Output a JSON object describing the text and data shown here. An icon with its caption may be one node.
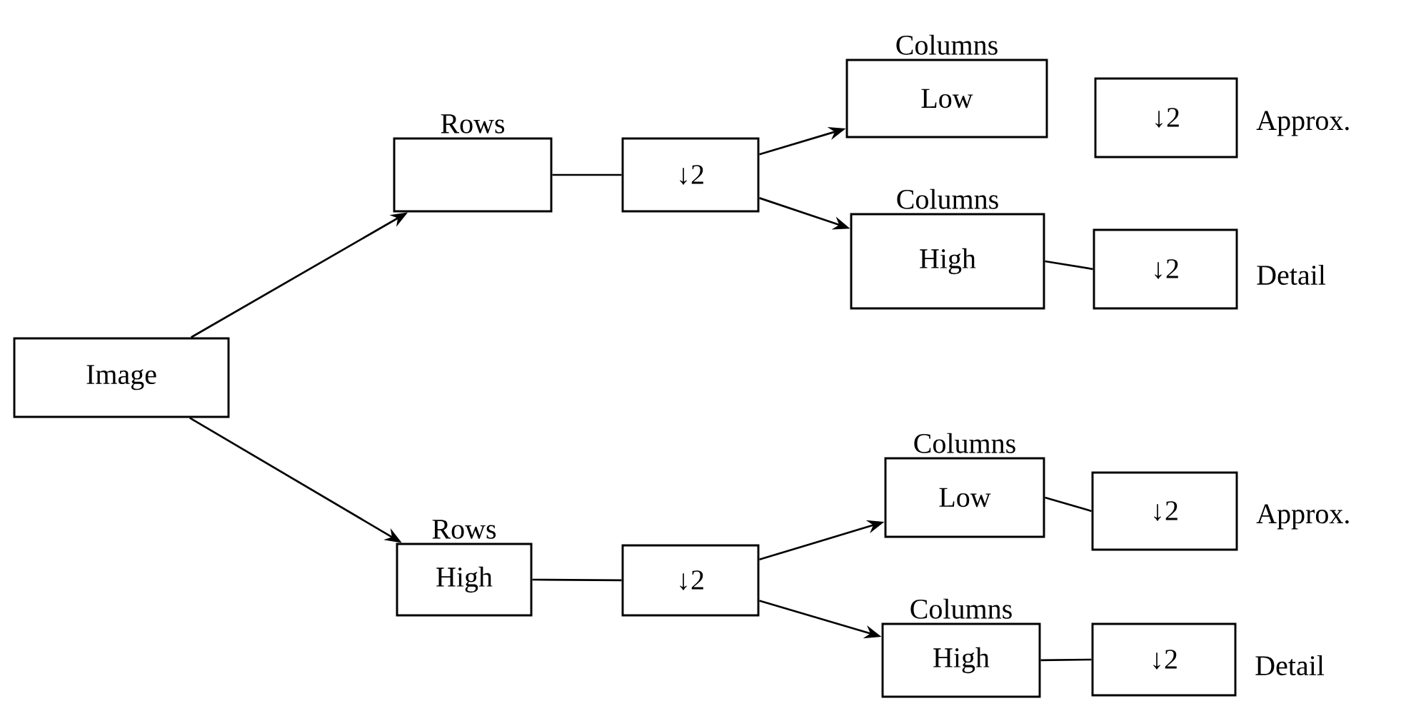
{
  "diagram": {
    "nodes": [
      {
        "text": [
          "Image"
        ]
      },
      {
        "text": [
          "Rows"
        ]
      },
      {
        "text": [
          "↓2"
        ]
      },
      {
        "text": [
          "Columns",
          "Low"
        ]
      },
      {
        "text": [
          "↓2"
        ],
        "beside": [
          "Approx."
        ]
      },
      {
        "text": [
          "Columns",
          "High"
        ]
      },
      {
        "text": [
          "↓2"
        ],
        "beside": [
          "Detail"
        ]
      },
      {
        "text": [
          "Rows",
          "High"
        ]
      },
      {
        "text": [
          "↓2"
        ]
      },
      {
        "text": [
          "Columns",
          "Low"
        ]
      },
      {
        "text": [
          "↓2"
        ],
        "beside": [
          "Approx."
        ]
      },
      {
        "text": [
          "Columns",
          "High"
        ]
      },
      {
        "text": [
          "↓2"
        ],
        "beside": [
          "Detail"
        ]
      }
    ],
    "edges": [
      {
        "from": 0,
        "to": 1,
        "arrow": "to"
      },
      {
        "from": 0,
        "to": 7,
        "arrow": "to"
      },
      {
        "from": 1,
        "to": 2,
        "arrow": "none"
      },
      {
        "from": 2,
        "to": 3,
        "arrow": "to"
      },
      {
        "from": 2,
        "to": 5,
        "arrow": "to"
      },
      {
        "from": 5,
        "to": 6,
        "arrow": "none"
      },
      {
        "from": 7,
        "to": 8,
        "arrow": "none"
      },
      {
        "from": 8,
        "to": 9,
        "arrow": "to"
      },
      {
        "from": 8,
        "to": 11,
        "arrow": "to"
      },
      {
        "from": 9,
        "to": 10,
        "arrow": "none"
      },
      {
        "from": 11,
        "to": 12,
        "arrow": "none"
      }
    ]
  }
}
